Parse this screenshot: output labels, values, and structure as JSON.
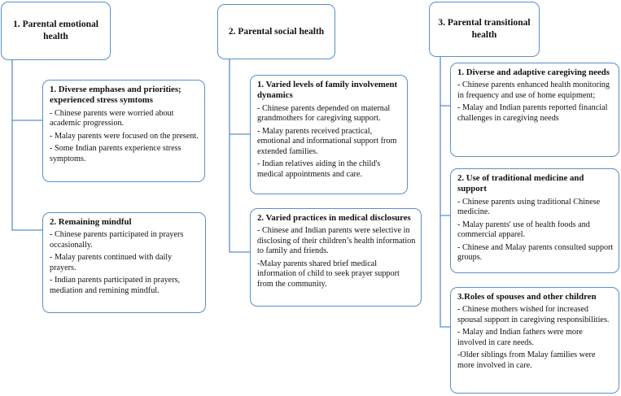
{
  "columns": [
    {
      "header": "1. Parental emotional health",
      "subthemes": [
        {
          "title": "1. Diverse emphases and priorities; experienced stress symtoms",
          "items": [
            "- Chinese parents were worried about academic progression.",
            "- Malay parents were focused on the present.",
            "- Some Indian parents experience stress symptoms."
          ]
        },
        {
          "title": "2. Remaining mindful",
          "items": [
            "- Chinese parents participated in prayers occasionally.",
            "- Malay parents continued with daily prayers.",
            "- Indian parents participated in prayers, mediation and remining mindful."
          ]
        }
      ]
    },
    {
      "header": "2. Parental social health",
      "subthemes": [
        {
          "title": "1. Varied levels of family involvement dynamics",
          "items": [
            "- Chinese parents depended on maternal grandmothers for caregiving support.",
            "- Malay parents received practical, emotional and informational support from extended families.",
            "- Indian relatives aiding in the child's medical appointments and care."
          ]
        },
        {
          "title": "2. Varied practices in medical disclosures",
          "items": [
            "-  Chinese and Indian parents were selective in disclosing of their children’s health information to family and friends.",
            "-Malay parents shared brief medical information of child to seek prayer support from the community."
          ]
        }
      ]
    },
    {
      "header": "3. Parental transitional health",
      "subthemes": [
        {
          "title": "1. Diverse and adaptive caregiving needs",
          "items": [
            "- Chinese parents enhanced health monitoring in frequency and use of home equipment;",
            "- Malay and Indian parents reported financial challenges in caregiving needs"
          ]
        },
        {
          "title": "2. Use of traditional medicine and support",
          "items": [
            "- Chinese parents using traditional Chinese medicine.",
            "- Malay parents' use of health foods and commercial apparel.",
            "- Chinese and Malay parents consulted support groups."
          ]
        },
        {
          "title": "3.Roles of spouses and other children",
          "items": [
            "- Chinese mothers wished for increased spousal support in caregiving responsibilities.",
            "- Malay and Indian fathers were more involved in care needs.",
            "-Older siblings from Malay families were more involved in care."
          ]
        }
      ]
    }
  ],
  "colors": {
    "border": "#5b8fc9",
    "connector": "#5b8fc9"
  }
}
